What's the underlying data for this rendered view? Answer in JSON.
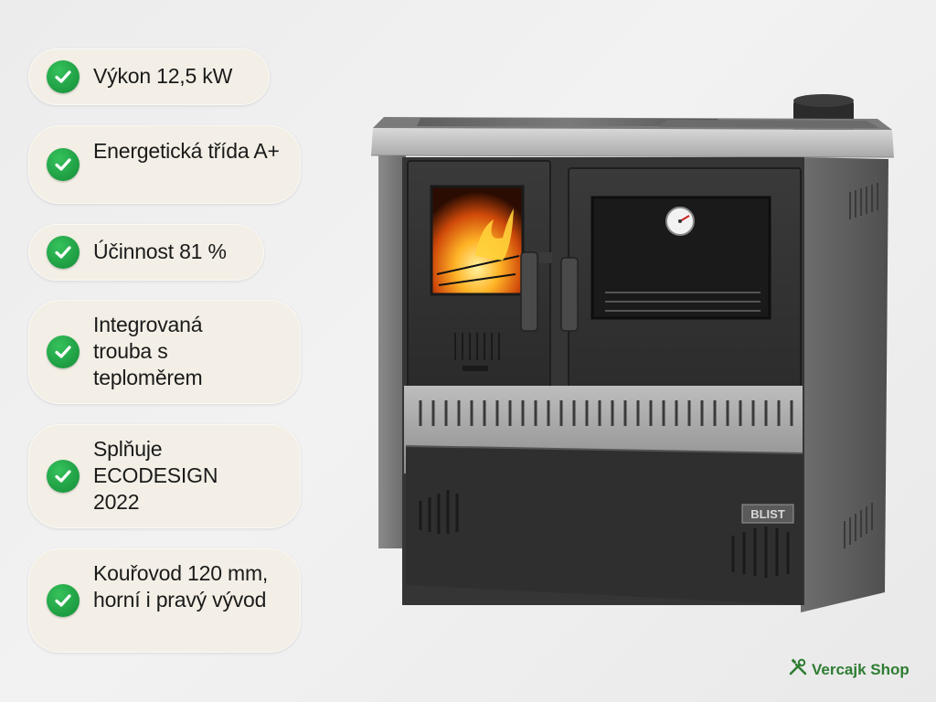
{
  "features": [
    {
      "text": "Výkon 12,5 kW"
    },
    {
      "text": "Energetická třída A+"
    },
    {
      "text": "Účinnost 81 %"
    },
    {
      "text": "Integrovaná trouba s teploměrem"
    },
    {
      "text": "Splňuje ECODESIGN 2022"
    },
    {
      "text": "Kouřovod 120 mm, horní i pravý vývod"
    }
  ],
  "product": {
    "badge": "BLIST"
  },
  "brand": {
    "name": "Vercajk Shop",
    "icon": "tools-icon"
  },
  "colors": {
    "check": "#22a447",
    "pill_bg": "#f3efe6",
    "brand": "#2e7d32"
  }
}
